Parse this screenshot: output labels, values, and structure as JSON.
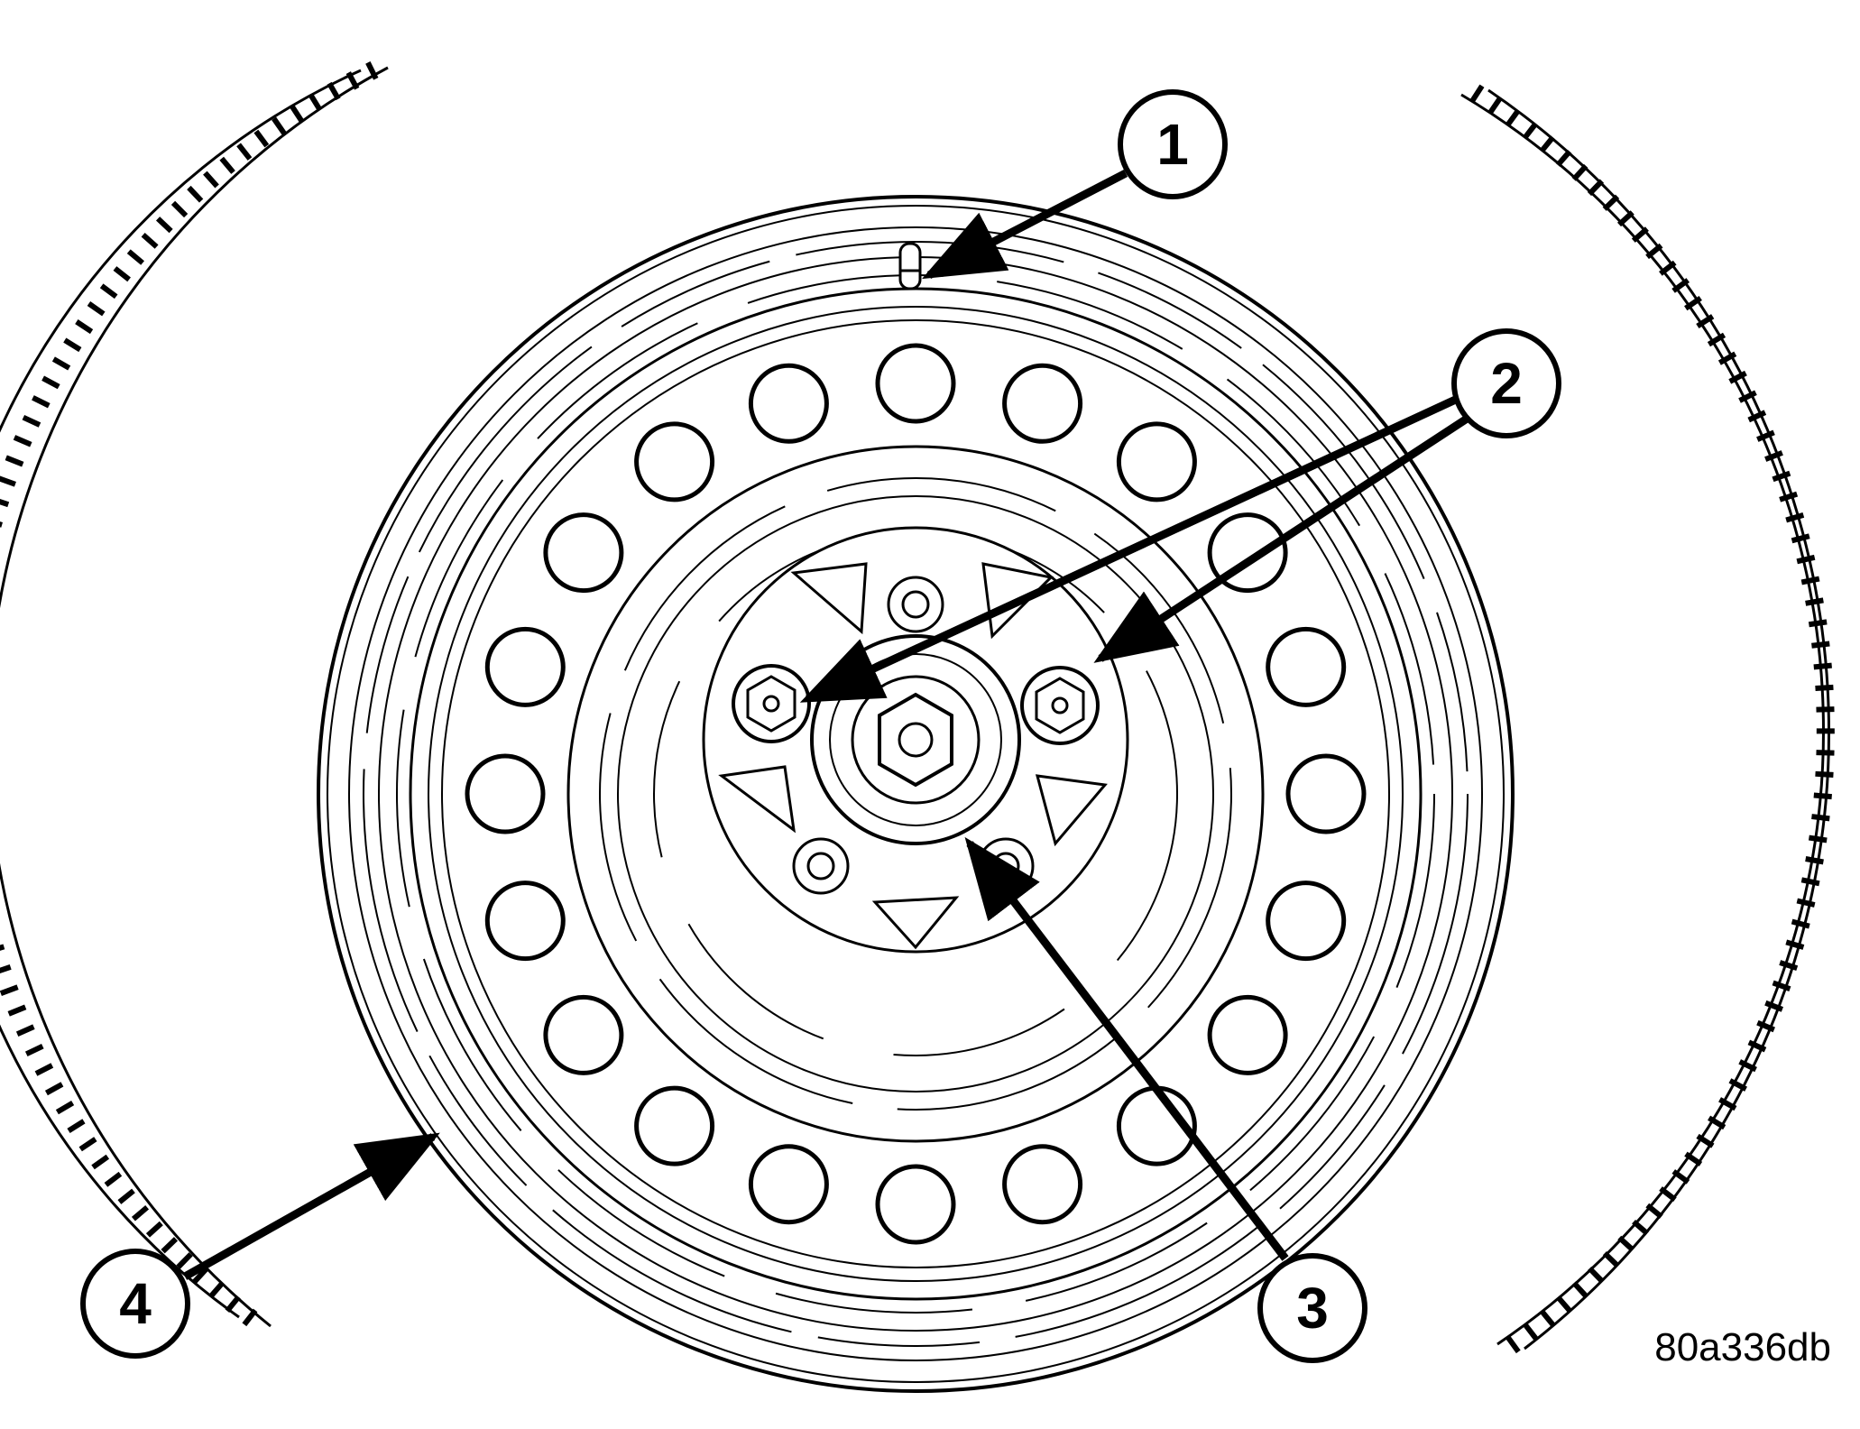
{
  "callouts": {
    "c1": "1",
    "c2": "2",
    "c3": "3",
    "c4": "4"
  },
  "figure_code": "80a336db",
  "colors": {
    "ink": "#000000",
    "paper": "#ffffff"
  }
}
